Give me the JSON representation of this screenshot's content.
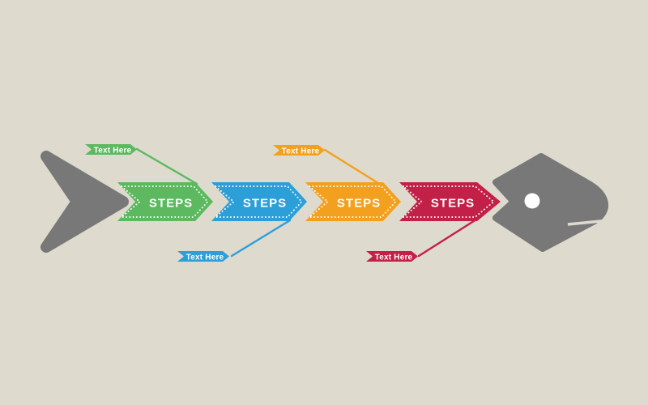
{
  "diagram": {
    "kind": "fishbone-process-diagram",
    "step_count": 4
  },
  "colors": {
    "background": "#DEDACD",
    "fish": "#787878",
    "eye": "#FFFFFF",
    "step_text": "#FFFFFF"
  },
  "steps": [
    {
      "label": "STEPS",
      "color": "#5CB95F",
      "tag_label": "Text Here",
      "tag_position": "top"
    },
    {
      "label": "STEPS",
      "color": "#2C9FD8",
      "tag_label": "Text Here",
      "tag_position": "bottom"
    },
    {
      "label": "STEPS",
      "color": "#F4A01F",
      "tag_label": "Text Here",
      "tag_position": "top"
    },
    {
      "label": "STEPS",
      "color": "#C32047",
      "tag_label": "Text Here",
      "tag_position": "bottom"
    }
  ]
}
